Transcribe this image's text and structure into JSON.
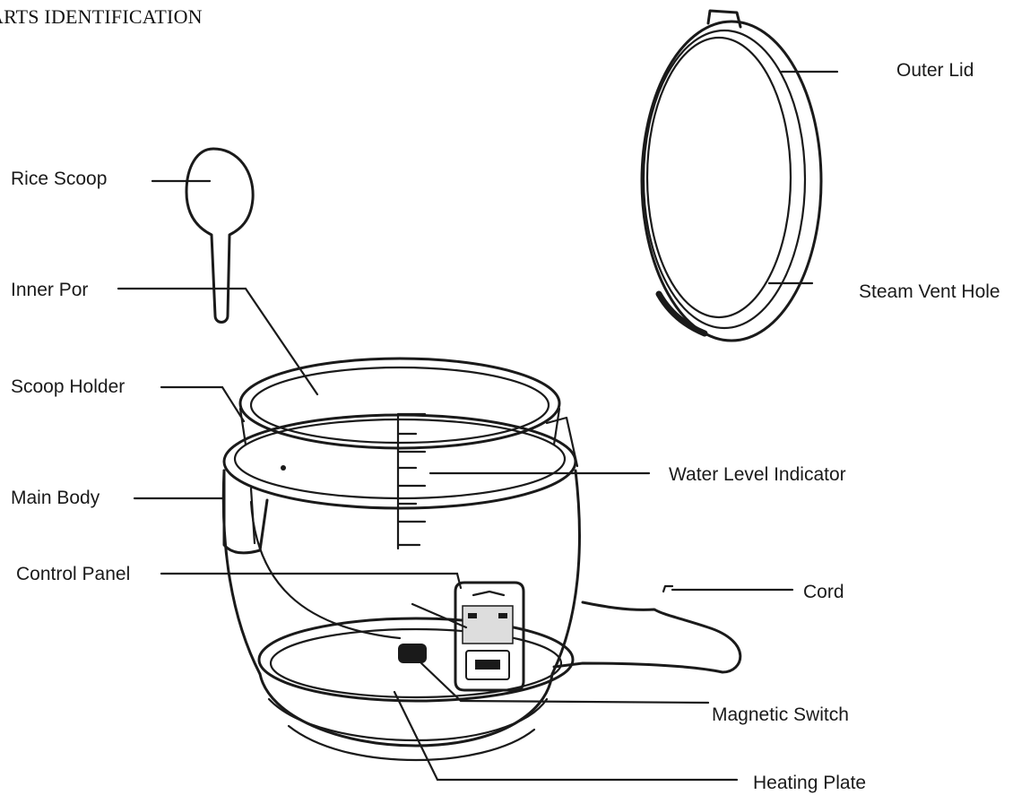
{
  "heading": "ARTS IDENTIFICATION",
  "labels": {
    "outer_lid": "Outer Lid",
    "steam_vent_hole": "Steam Vent Hole",
    "rice_scoop": "Rice Scoop",
    "inner_pot": "Inner Por",
    "scoop_holder": "Scoop Holder",
    "main_body": "Main Body",
    "water_level_indicator": "Water Level Indicator",
    "control_panel": "Control Panel",
    "cord": "Cord",
    "magnetic_switch": "Magnetic Switch",
    "heating_plate": "Heating Plate"
  }
}
